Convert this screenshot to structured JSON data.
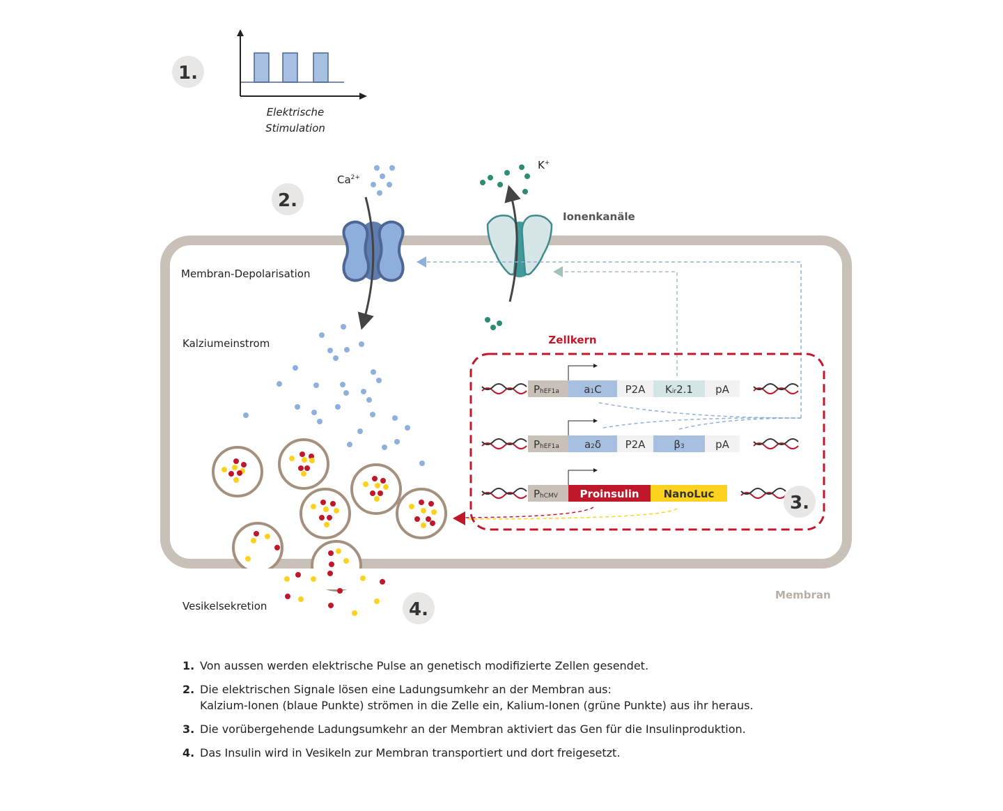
{
  "steps": {
    "step1": "1.",
    "step2": "2.",
    "step3": "3.",
    "step4": "4."
  },
  "stimulation": {
    "caption_line1": "Elektrische",
    "caption_line2": "Stimulation",
    "pulse_count": 3
  },
  "ions": {
    "calcium_label": "Ca",
    "calcium_charge": "2+",
    "potassium_label": "K",
    "potassium_charge": "+"
  },
  "labels": {
    "ion_channels": "Ionenkanäle",
    "depolarisation": "Membran-Depolarisation",
    "calcium_influx": "Kalziumeinstrom",
    "nucleus": "Zellkern",
    "vesicle_secretion": "Vesikelsekretion",
    "membrane": "Membran"
  },
  "constructs": [
    {
      "promoter": "P",
      "promoter_sub": "hEF1a",
      "segments": [
        {
          "text": "a",
          "sub": "1",
          "tail": "C",
          "color": "#a7bfe0"
        },
        {
          "text": "P2A",
          "sub": "",
          "tail": "",
          "color": "#f2f2f2"
        },
        {
          "text": "K",
          "sub": "ir",
          "tail": "2.1",
          "color": "#d4e5e6"
        },
        {
          "text": "pA",
          "sub": "",
          "tail": "",
          "color": "#f2f2f2"
        }
      ]
    },
    {
      "promoter": "P",
      "promoter_sub": "hEF1a",
      "segments": [
        {
          "text": "a",
          "sub": "2",
          "tail": "δ",
          "color": "#a7bfe0"
        },
        {
          "text": "P2A",
          "sub": "",
          "tail": "",
          "color": "#f2f2f2"
        },
        {
          "text": "β",
          "sub": "3",
          "tail": "",
          "color": "#a7bfe0"
        },
        {
          "text": "pA",
          "sub": "",
          "tail": "",
          "color": "#f2f2f2"
        }
      ]
    },
    {
      "promoter": "P",
      "promoter_sub": "hCMV",
      "segments": [
        {
          "text": "Proinsulin",
          "sub": "",
          "tail": "",
          "color": "#c0182a"
        },
        {
          "text": "NanoLuc",
          "sub": "",
          "tail": "",
          "color": "#fdd21f"
        }
      ]
    }
  ],
  "legend": [
    {
      "num": "1.",
      "text": "Von aussen werden elektrische Pulse an genetisch modifizierte Zellen gesendet."
    },
    {
      "num": "2.",
      "text": "Die elektrischen Signale lösen eine Ladungsumkehr an der Membran aus:\nKalzium-Ionen (blaue Punkte) strömen in die Zelle ein, Kalium-Ionen (grüne Punkte) aus ihr heraus."
    },
    {
      "num": "3.",
      "text": "Die vorübergehende Ladungsumkehr an der Membran aktiviert das Gen für die Insulinproduktion."
    },
    {
      "num": "4.",
      "text": "Das Insulin wird in Vesikeln zur Membran transportiert und dort freigesetzt."
    }
  ],
  "colors": {
    "membrane": "#c9c1b8",
    "calcium": "#8fb0dc",
    "potassium": "#2e8c74",
    "insulin_red": "#c0182a",
    "nanoluc_yellow": "#fdd21f",
    "vesicle": "#a5907e",
    "nucleus_border": "#c0182a",
    "step_badge": "#e8e7e5",
    "ca_channel": "#8eaedb",
    "ca_channel_dark": "#4d6792",
    "k_channel": "#d6e5e6",
    "k_channel_dark": "#3f8a8c"
  }
}
